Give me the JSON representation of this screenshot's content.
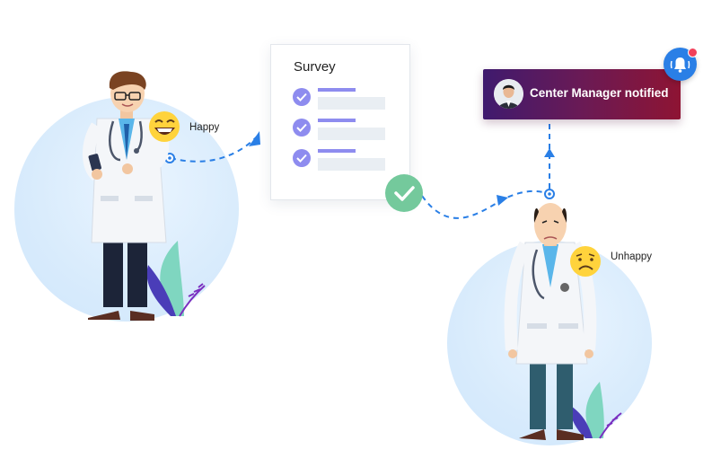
{
  "survey": {
    "title": "Survey",
    "items_checked": [
      true,
      true,
      true
    ]
  },
  "notification": {
    "text": "Center Manager notified",
    "gradient": [
      "#3f1a6e",
      "#8e1433"
    ]
  },
  "moods": {
    "happy_label": "Happy",
    "unhappy_label": "Unhappy"
  },
  "icons": {
    "bell": "bell-ringing-icon",
    "check": "check-icon",
    "happy_emoji": "grinning-face-icon",
    "sad_emoji": "sad-face-icon"
  },
  "colors": {
    "flow_line": "#2a7fe6",
    "survey_accent": "#8e8cef",
    "success": "#74c99c",
    "alert_dot": "#f2405a"
  }
}
